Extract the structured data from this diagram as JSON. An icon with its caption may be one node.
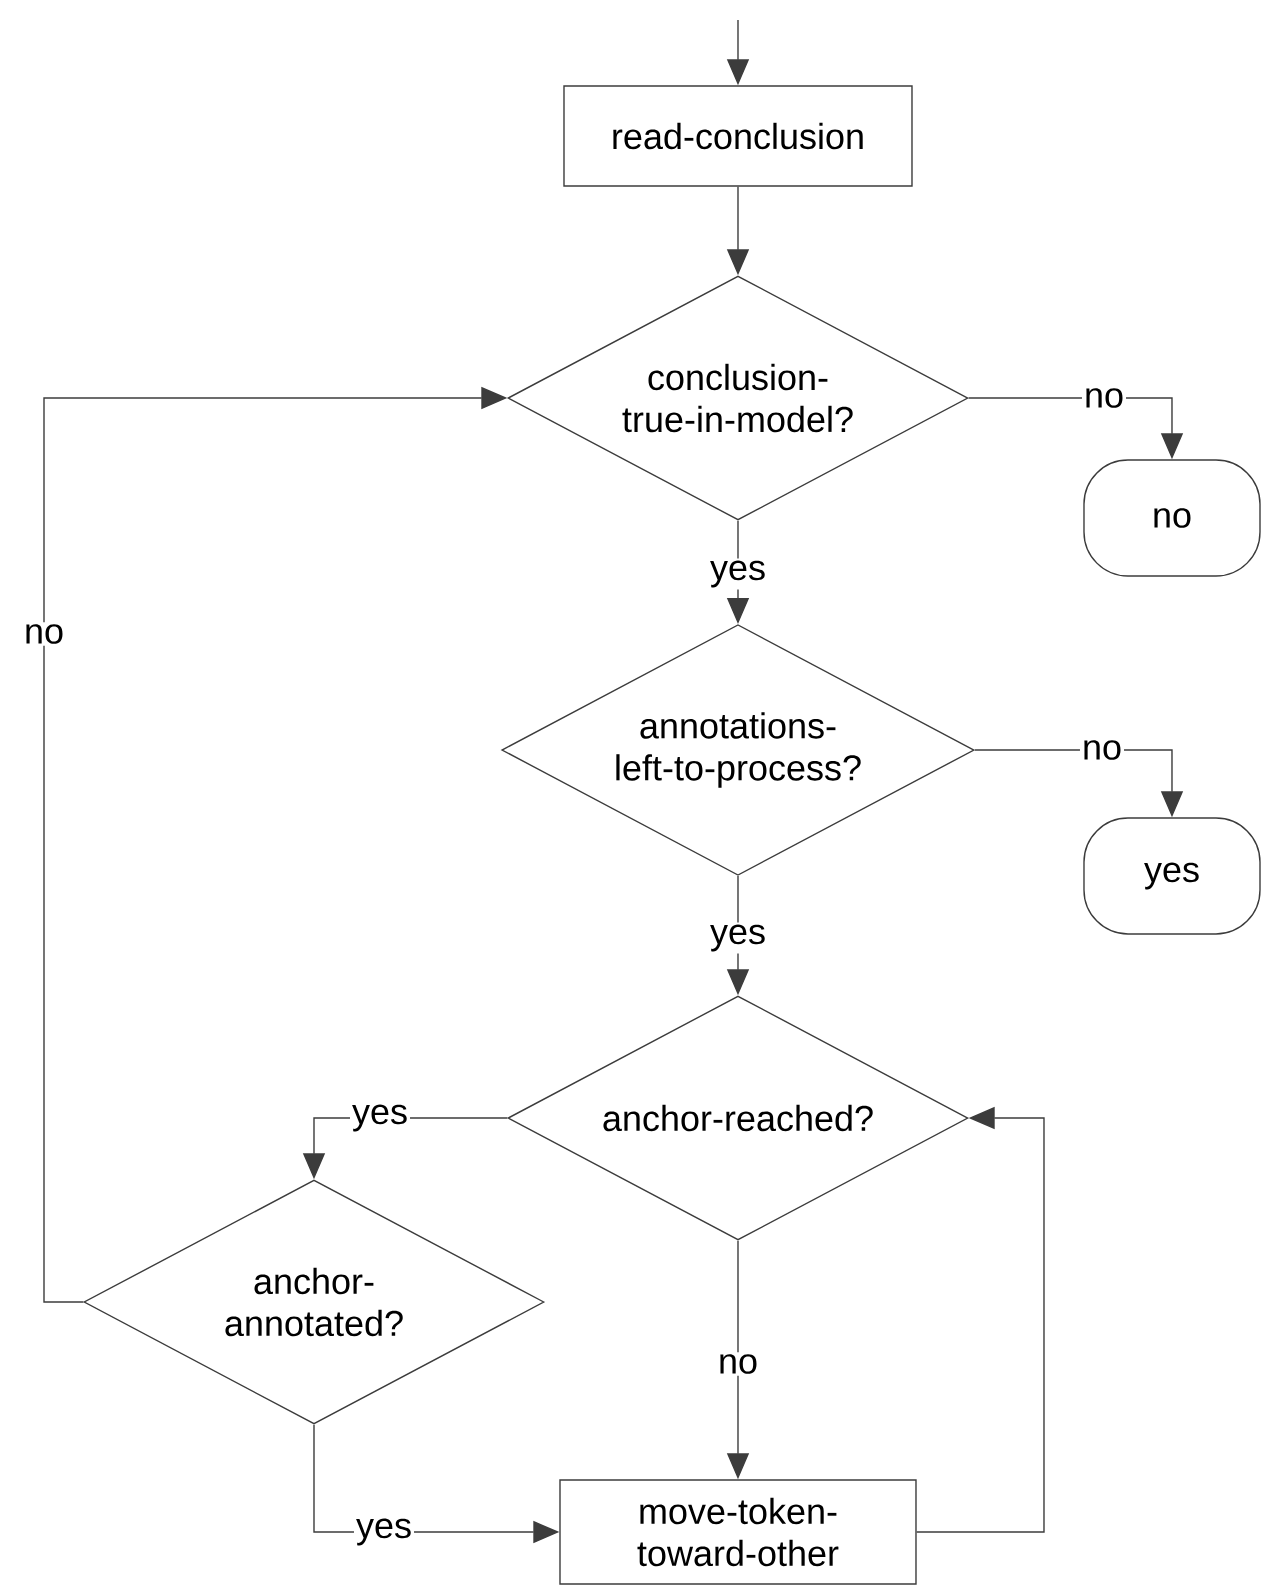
{
  "diagram": {
    "nodes": [
      {
        "text": [
          "read-conclusion"
        ]
      },
      {
        "text": [
          "conclusion-true-in-model?"
        ]
      },
      {
        "text": [
          "no"
        ]
      },
      {
        "text": [
          "annotations-left-to-process?"
        ]
      },
      {
        "text": [
          "yes"
        ]
      },
      {
        "text": [
          "anchor-reached?"
        ]
      },
      {
        "text": [
          "anchor-annotated?"
        ]
      },
      {
        "text": [
          "move-token-toward-other"
        ]
      }
    ],
    "edges": [
      {
        "from": null,
        "to": 0,
        "arrow": "to"
      },
      {
        "from": 0,
        "to": 1,
        "arrow": "to"
      },
      {
        "from": 1,
        "to": 2,
        "arrow": "to",
        "label": "no"
      },
      {
        "from": 1,
        "to": 3,
        "arrow": "to",
        "label": "yes"
      },
      {
        "from": 3,
        "to": 4,
        "arrow": "to",
        "label": "no"
      },
      {
        "from": 3,
        "to": 5,
        "arrow": "to",
        "label": "yes"
      },
      {
        "from": 5,
        "to": 6,
        "arrow": "to",
        "label": "yes"
      },
      {
        "from": 5,
        "to": 7,
        "arrow": "to",
        "label": "no"
      },
      {
        "from": 6,
        "to": 7,
        "arrow": "to",
        "label": "yes"
      },
      {
        "from": 6,
        "to": 1,
        "arrow": "to",
        "label": "no"
      },
      {
        "from": 7,
        "to": 5,
        "arrow": "to"
      }
    ]
  }
}
